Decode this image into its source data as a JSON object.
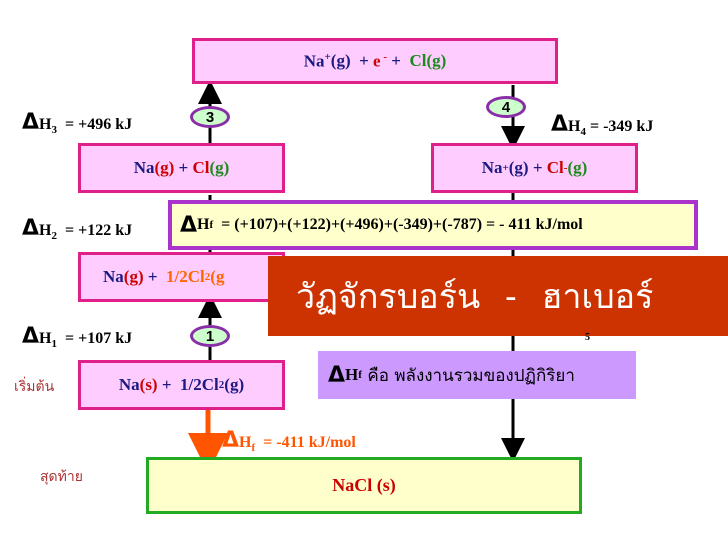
{
  "top_box": {
    "na": "Na",
    "na_sup": "+",
    "g1": " (g)",
    "plus1": "  + ",
    "e": "e",
    "e_sup": " -",
    "plus2": " +  ",
    "cl": "Cl(g)"
  },
  "h3": {
    "label_main": "H",
    "sub": "3",
    "value": "  = +496 kJ"
  },
  "h2": {
    "label_main": "H",
    "sub": "2",
    "value": "  = +122 kJ"
  },
  "h1": {
    "label_main": "H",
    "sub": "1",
    "value": "  = +107 kJ"
  },
  "h4": {
    "label_main": "H",
    "sub": "4",
    "value": " = -349 kJ"
  },
  "h5_sub": "5",
  "delta": "Δ",
  "step_numbers": [
    "3",
    "4",
    "1"
  ],
  "box_na_g_cl_g": {
    "na": "Na",
    "g1": "(g)",
    "plus": " + ",
    "cl": "Cl",
    "g2": "(g)"
  },
  "box_ion": {
    "na": "Na",
    "na_sup": "+",
    "g1": "(g) + ",
    "cl": "Cl",
    "cl_sup": "-",
    "g2": "(g)"
  },
  "box_na_g_cl2": {
    "na": "Na",
    "g1": "(g)",
    "plus": " +  ",
    "cl": "1/2Cl",
    "cl_sub": "2",
    "g2": "(g"
  },
  "box_start": {
    "na": "Na",
    "s": "(s)",
    "plus": " +  ",
    "cl": "1/2Cl",
    "cl_sub": "2",
    "g": "(g)"
  },
  "hf_equation": {
    "sym": "H",
    "sub": "f",
    "text": "  = (+107)+(+122)+(+496)+(-349)+(-787) = - 411 kJ/mol"
  },
  "title_banner": "วัฏจักรบอร์น - ฮาเบอร์",
  "hf_definition": {
    "sym": "H",
    "sub": "f",
    "text": " คือ พลังงานรวมของปฏิกิริยา"
  },
  "hf_arrow_label": {
    "sym": "H",
    "sub": "f",
    "text": "  = -411 kJ/mol"
  },
  "start_label": "เริ่มต้น",
  "end_label": "สุดท้าย",
  "product": "NaCl (s)",
  "colors": {
    "box_border": "#e0208a",
    "box_fill": "#ffccff",
    "banner": "#cc3300",
    "def_box": "#cc99ff",
    "product_fill": "#ffffcc",
    "product_border": "#22aa22",
    "arrow_orange": "#ff5500"
  }
}
